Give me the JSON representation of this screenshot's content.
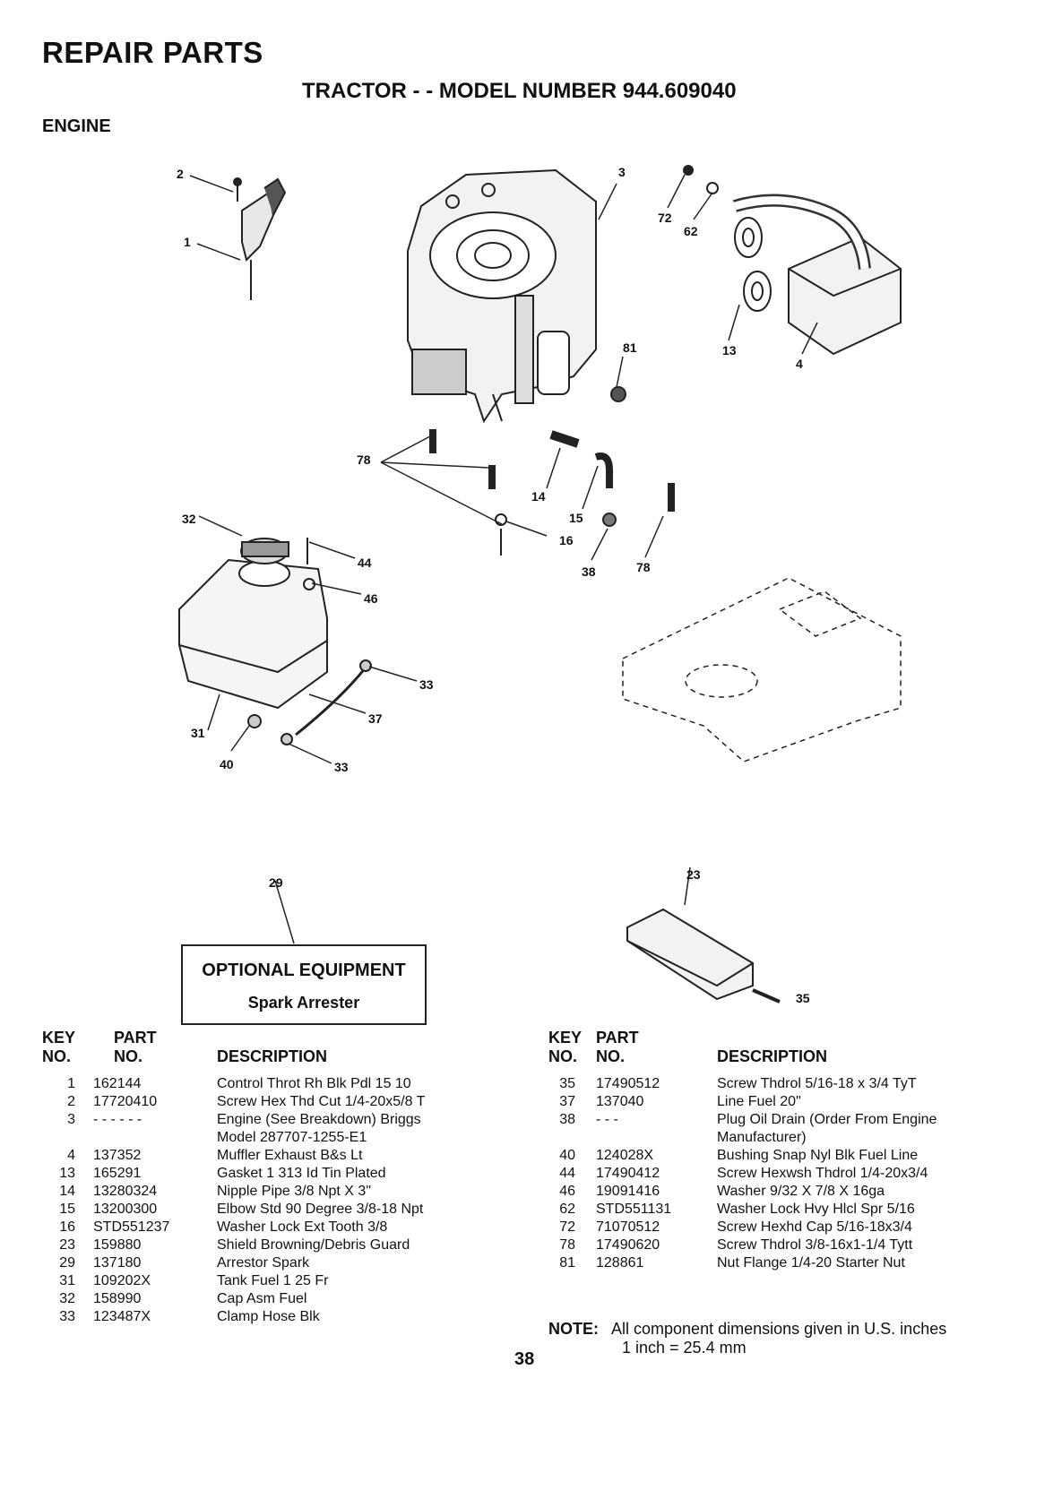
{
  "header": {
    "title": "REPAIR PARTS",
    "subtitle": "TRACTOR - - MODEL NUMBER 944.609040",
    "section": "ENGINE"
  },
  "callouts": {
    "c2": "2",
    "c1": "1",
    "c3": "3",
    "c72": "72",
    "c62": "62",
    "c13": "13",
    "c4": "4",
    "c81": "81",
    "c78a": "78",
    "c14": "14",
    "c15": "15",
    "c16": "16",
    "c38": "38",
    "c78b": "78",
    "c32": "32",
    "c44": "44",
    "c46": "46",
    "c33a": "33",
    "c37": "37",
    "c31": "31",
    "c40": "40",
    "c33b": "33",
    "c29": "29",
    "c23": "23",
    "c35": "35"
  },
  "optional_equipment": {
    "title": "OPTIONAL EQUIPMENT",
    "item": "Spark Arrester"
  },
  "table_headers": {
    "key_line1": "KEY",
    "key_line2": "NO.",
    "part_line1": "PART",
    "part_line2": "NO.",
    "description": "DESCRIPTION"
  },
  "parts_left": [
    {
      "key": "1",
      "part": "162144",
      "desc": "Control Throt Rh Blk Pdl 15 10"
    },
    {
      "key": "2",
      "part": "17720410",
      "desc": "Screw Hex Thd Cut 1/4-20x5/8 T"
    },
    {
      "key": "3",
      "part": "- - - - - -",
      "desc": "Engine (See Breakdown) Briggs"
    },
    {
      "key": "",
      "part": "",
      "desc": "Model 287707-1255-E1"
    },
    {
      "key": "4",
      "part": "137352",
      "desc": "Muffler Exhaust B&s Lt"
    },
    {
      "key": "13",
      "part": "165291",
      "desc": "Gasket 1 313 Id Tin Plated"
    },
    {
      "key": "14",
      "part": "13280324",
      "desc": "Nipple Pipe 3/8 Npt X 3\""
    },
    {
      "key": "15",
      "part": "13200300",
      "desc": "Elbow Std 90 Degree 3/8-18 Npt"
    },
    {
      "key": "16",
      "part": "STD551237",
      "desc": "Washer Lock Ext Tooth 3/8"
    },
    {
      "key": "23",
      "part": "159880",
      "desc": "Shield Browning/Debris Guard"
    },
    {
      "key": "29",
      "part": "137180",
      "desc": "Arrestor Spark"
    },
    {
      "key": "31",
      "part": "109202X",
      "desc": "Tank Fuel 1 25 Fr"
    },
    {
      "key": "32",
      "part": "158990",
      "desc": "Cap Asm Fuel"
    },
    {
      "key": "33",
      "part": "123487X",
      "desc": "Clamp Hose Blk"
    }
  ],
  "parts_right": [
    {
      "key": "35",
      "part": "17490512",
      "desc": "Screw Thdrol  5/16-18 x 3/4 TyT"
    },
    {
      "key": "37",
      "part": "137040",
      "desc": "Line Fuel 20\""
    },
    {
      "key": "38",
      "part": "- - -",
      "desc": "Plug Oil Drain  (Order From Engine"
    },
    {
      "key": "",
      "part": "",
      "desc": "Manufacturer)"
    },
    {
      "key": "40",
      "part": "124028X",
      "desc": "Bushing Snap Nyl Blk Fuel Line"
    },
    {
      "key": "44",
      "part": "17490412",
      "desc": "Screw Hexwsh Thdrol 1/4-20x3/4"
    },
    {
      "key": "46",
      "part": "19091416",
      "desc": "Washer 9/32 X 7/8 X 16ga"
    },
    {
      "key": "62",
      "part": "STD551131",
      "desc": "Washer Lock Hvy Hlcl Spr 5/16"
    },
    {
      "key": "72",
      "part": "71070512",
      "desc": "Screw Hexhd Cap  5/16-18x3/4"
    },
    {
      "key": "78",
      "part": "17490620",
      "desc": "Screw Thdrol 3/8-16x1-1/4 Tytt"
    },
    {
      "key": "81",
      "part": "128861",
      "desc": "Nut Flange 1/4-20 Starter Nut"
    }
  ],
  "note": {
    "label": "NOTE:",
    "line1": "All component dimensions given in U.S. inches",
    "line2": "1 inch = 25.4 mm"
  },
  "page_number": "38"
}
